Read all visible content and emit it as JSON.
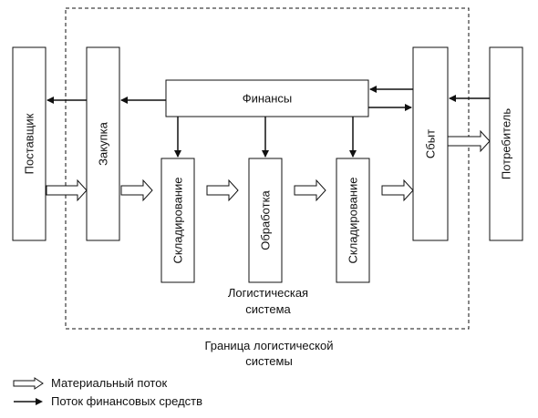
{
  "boundary": {
    "inner_label_line1": "Логистическая",
    "inner_label_line2": "система",
    "outer_label_line1": "Граница логистической",
    "outer_label_line2": "системы"
  },
  "blocks": {
    "supplier": "Поставщик",
    "purchasing": "Закупка",
    "finance": "Финансы",
    "warehousing1": "Складирование",
    "processing": "Обработка",
    "warehousing2": "Складирование",
    "sales": "Сбыт",
    "consumer": "Потребитель"
  },
  "legend": {
    "material_flow": "Материальный поток",
    "finance_flow": "Поток финансовых средств"
  },
  "colors": {
    "stroke": "#111111",
    "fill": "#ffffff",
    "background": "#ffffff"
  }
}
